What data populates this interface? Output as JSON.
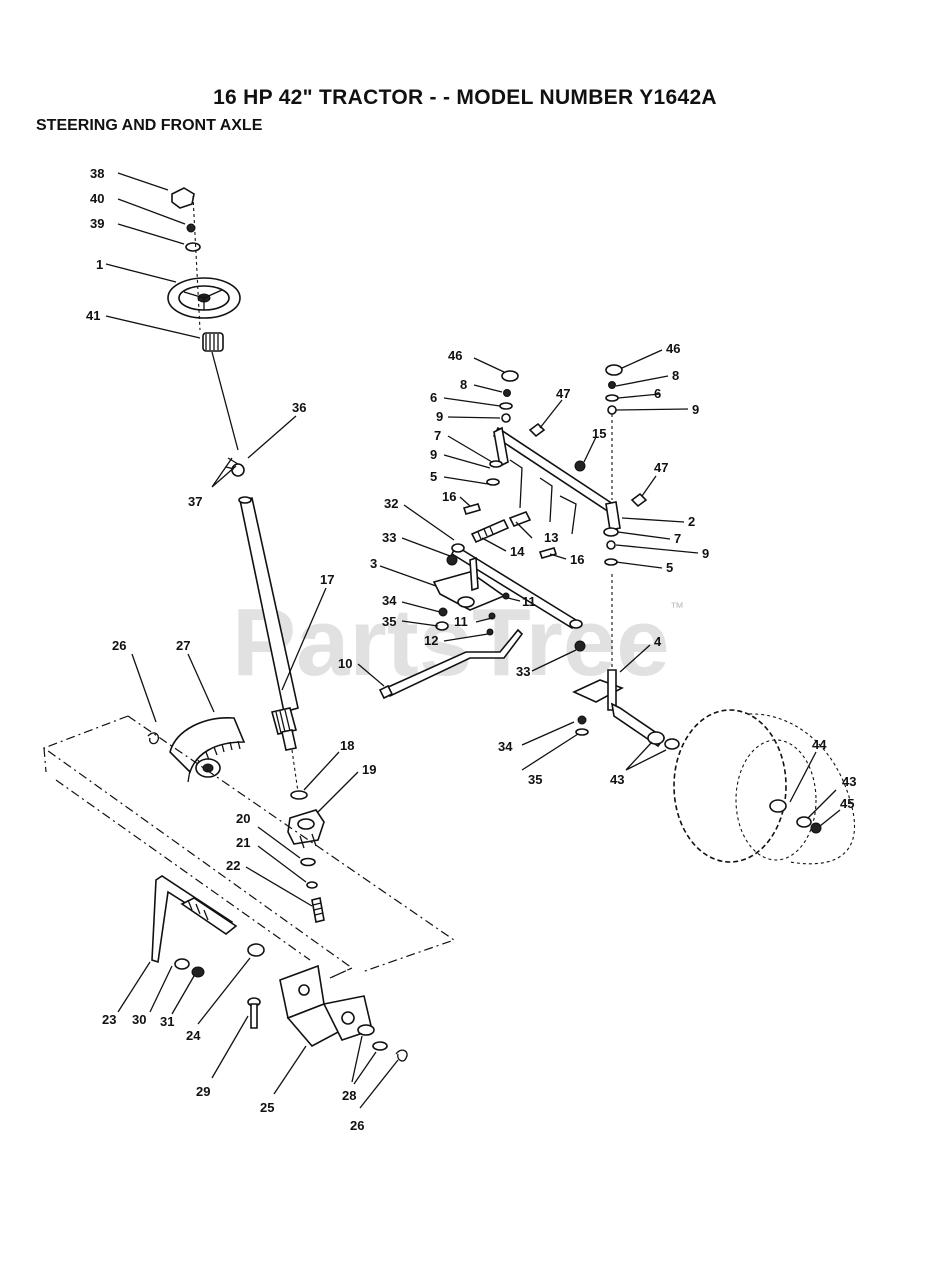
{
  "header": {
    "title": "16 HP 42\"  TRACTOR  - - MODEL NUMBER Y1642A",
    "subtitle": "STEERING AND FRONT AXLE"
  },
  "watermark": {
    "text": "PartsTree",
    "trademark": "™"
  },
  "callouts": [
    {
      "id": "c38",
      "label": "38"
    },
    {
      "id": "c40",
      "label": "40"
    },
    {
      "id": "c39",
      "label": "39"
    },
    {
      "id": "c1",
      "label": "1"
    },
    {
      "id": "c41",
      "label": "41"
    },
    {
      "id": "c36",
      "label": "36"
    },
    {
      "id": "c37",
      "label": "37"
    },
    {
      "id": "c17",
      "label": "17"
    },
    {
      "id": "c26a",
      "label": "26"
    },
    {
      "id": "c27",
      "label": "27"
    },
    {
      "id": "c18",
      "label": "18"
    },
    {
      "id": "c19",
      "label": "19"
    },
    {
      "id": "c20",
      "label": "20"
    },
    {
      "id": "c21",
      "label": "21"
    },
    {
      "id": "c22",
      "label": "22"
    },
    {
      "id": "c23",
      "label": "23"
    },
    {
      "id": "c30",
      "label": "30"
    },
    {
      "id": "c31",
      "label": "31"
    },
    {
      "id": "c24",
      "label": "24"
    },
    {
      "id": "c29",
      "label": "29"
    },
    {
      "id": "c25",
      "label": "25"
    },
    {
      "id": "c28",
      "label": "28"
    },
    {
      "id": "c26b",
      "label": "26"
    },
    {
      "id": "c46a",
      "label": "46"
    },
    {
      "id": "c8a",
      "label": "8"
    },
    {
      "id": "c6a",
      "label": "6"
    },
    {
      "id": "c9a",
      "label": "9"
    },
    {
      "id": "c7a",
      "label": "7"
    },
    {
      "id": "c9b",
      "label": "9"
    },
    {
      "id": "c5a",
      "label": "5"
    },
    {
      "id": "c16a",
      "label": "16"
    },
    {
      "id": "c47a",
      "label": "47"
    },
    {
      "id": "c15",
      "label": "15"
    },
    {
      "id": "c46b",
      "label": "46"
    },
    {
      "id": "c8b",
      "label": "8"
    },
    {
      "id": "c6b",
      "label": "6"
    },
    {
      "id": "c9c",
      "label": "9"
    },
    {
      "id": "c47b",
      "label": "47"
    },
    {
      "id": "c2",
      "label": "2"
    },
    {
      "id": "c7b",
      "label": "7"
    },
    {
      "id": "c9d",
      "label": "9"
    },
    {
      "id": "c5b",
      "label": "5"
    },
    {
      "id": "c32",
      "label": "32"
    },
    {
      "id": "c33a",
      "label": "33"
    },
    {
      "id": "c14",
      "label": "14"
    },
    {
      "id": "c13",
      "label": "13"
    },
    {
      "id": "c16b",
      "label": "16"
    },
    {
      "id": "c3",
      "label": "3"
    },
    {
      "id": "c34a",
      "label": "34"
    },
    {
      "id": "c35a",
      "label": "35"
    },
    {
      "id": "c11a",
      "label": "11"
    },
    {
      "id": "c11b",
      "label": "11"
    },
    {
      "id": "c12",
      "label": "12"
    },
    {
      "id": "c10",
      "label": "10"
    },
    {
      "id": "c33b",
      "label": "33"
    },
    {
      "id": "c4",
      "label": "4"
    },
    {
      "id": "c34b",
      "label": "34"
    },
    {
      "id": "c35b",
      "label": "35"
    },
    {
      "id": "c43a",
      "label": "43"
    },
    {
      "id": "c44",
      "label": "44"
    },
    {
      "id": "c43b",
      "label": "43"
    },
    {
      "id": "c45",
      "label": "45"
    }
  ]
}
